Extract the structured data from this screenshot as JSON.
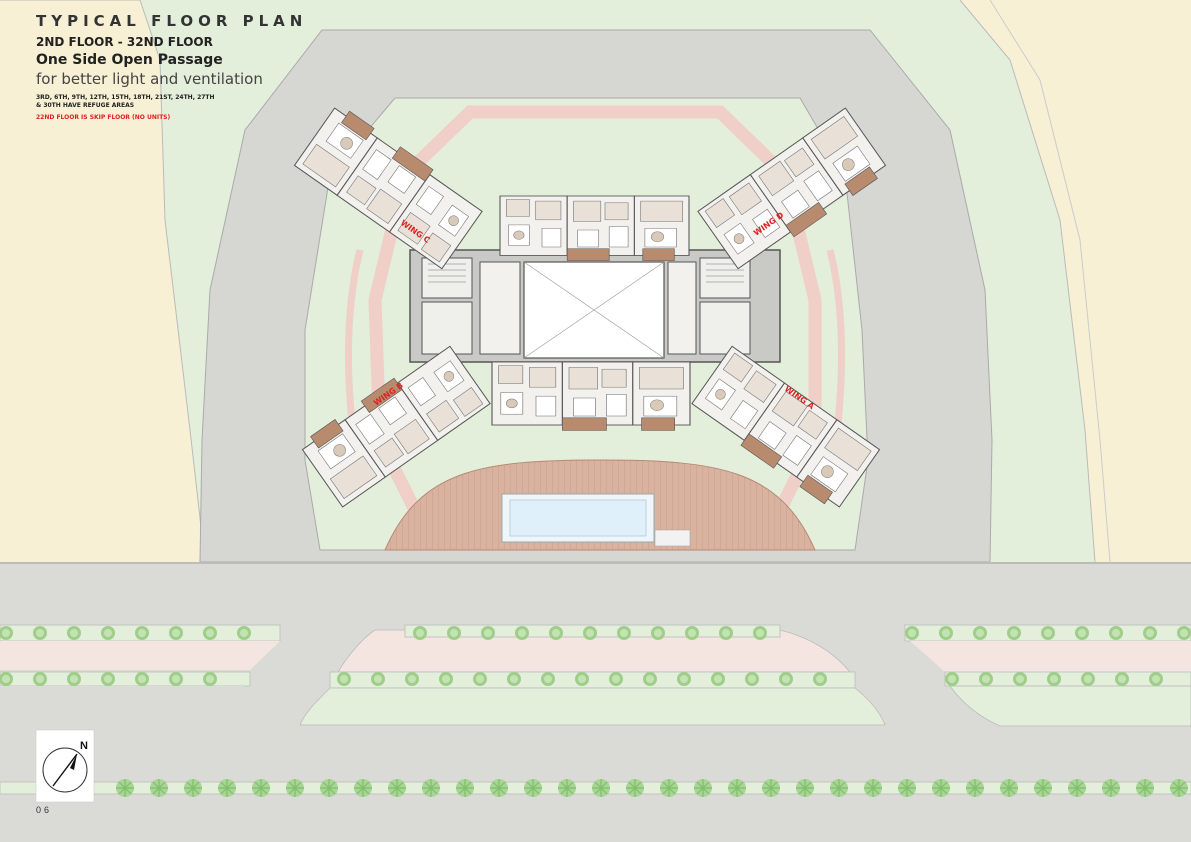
{
  "header": {
    "title": "TYPICAL FLOOR PLAN",
    "floors": "2ND FLOOR - 32ND FLOOR",
    "feature": "One Side Open Passage",
    "feature_sub": "for better light and ventilation",
    "refuge_note": "3RD, 6TH, 9TH, 12TH, 15TH, 18TH, 21ST, 24TH, 27TH & 30TH HAVE REFUGE AREAS",
    "skip_note": "22ND FLOOR IS SKIP FLOOR (NO UNITS)"
  },
  "wings": {
    "a": "WING A",
    "b": "WING B",
    "c": "WING C",
    "d": "WING D"
  },
  "compass": {
    "label": "N"
  },
  "page_number": "06",
  "colors": {
    "accent_red": "#e21f1f",
    "landscape_green": "#e3eedb",
    "site_beige": "#f7f0d4",
    "road_grey": "#d6d6d3",
    "wood_brown": "#c8a38a"
  }
}
